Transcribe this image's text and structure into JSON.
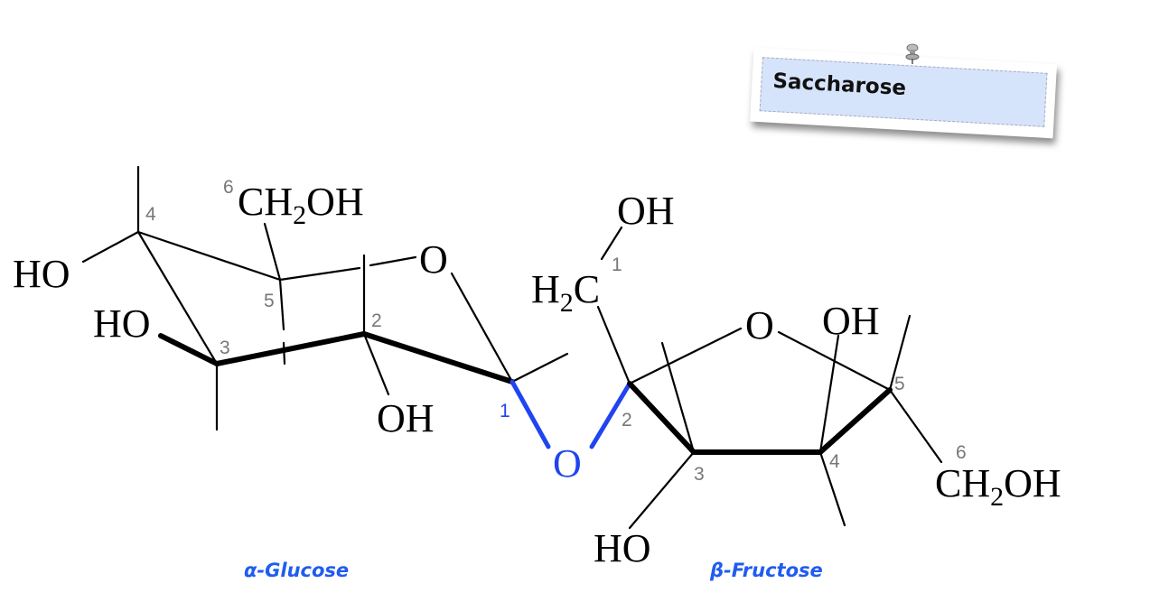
{
  "title_note": {
    "label": "Saccharose"
  },
  "glucose": {
    "caption": "α-Glucose",
    "atoms": {
      "ho_c4": "HO",
      "ho_c3": "HO",
      "oh_c2": "OH",
      "ring_o": "O",
      "ch2oh_ch": "CH",
      "ch2oh_2": "2",
      "ch2oh_oh": "OH"
    },
    "carbon_numbers": {
      "c1": "1",
      "c2": "2",
      "c3": "3",
      "c4": "4",
      "c5": "5",
      "c6": "6"
    }
  },
  "linkage": {
    "oxygen": "O"
  },
  "fructose": {
    "caption": "β-Fructose",
    "atoms": {
      "oh_c1": "OH",
      "h2c_h": "H",
      "h2c_2": "2",
      "h2c_c": "C",
      "ring_o": "O",
      "oh_c4": "OH",
      "ho_c3": "HO",
      "ch2oh_ch": "CH",
      "ch2oh_2": "2",
      "ch2oh_oh": "OH"
    },
    "carbon_numbers": {
      "c1": "1",
      "c2": "2",
      "c3": "3",
      "c4": "4",
      "c5": "5",
      "c6": "6"
    }
  },
  "colors": {
    "linkage": "#1f44f0",
    "caption": "#1f5cf0",
    "note_fill": "#d6e4fb"
  }
}
